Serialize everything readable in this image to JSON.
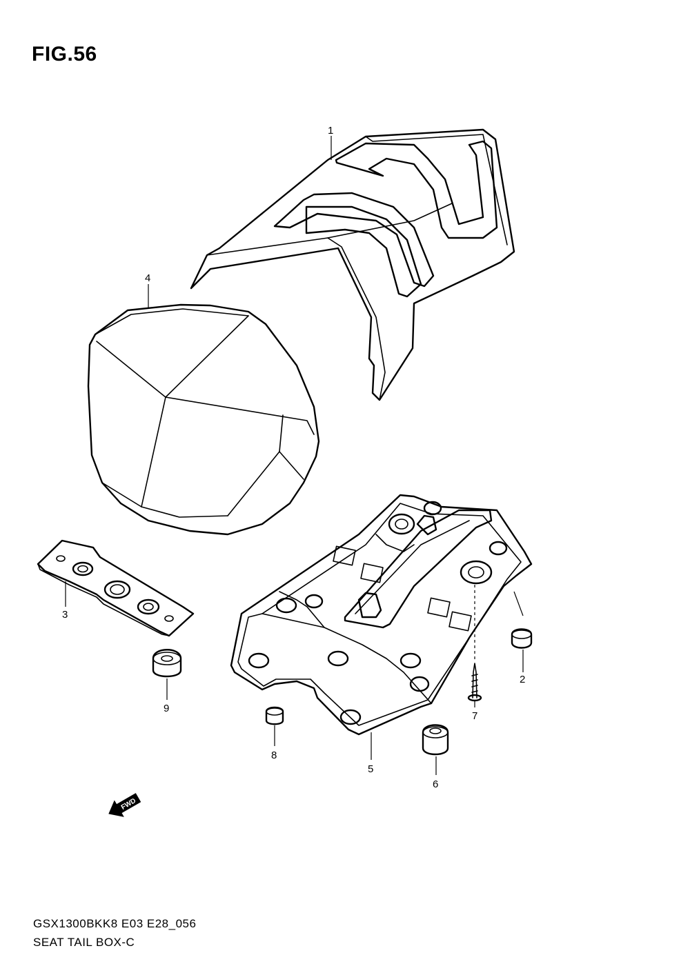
{
  "figure": {
    "title": "FIG.56",
    "code": "GSX1300BKK8 E03 E28_056",
    "name": "SEAT TAIL BOX-C",
    "fwd_label": "FWD"
  },
  "callouts": [
    {
      "id": "1",
      "label": "1"
    },
    {
      "id": "2",
      "label": "2"
    },
    {
      "id": "3",
      "label": "3"
    },
    {
      "id": "4",
      "label": "4"
    },
    {
      "id": "5",
      "label": "5"
    },
    {
      "id": "6",
      "label": "6"
    },
    {
      "id": "7",
      "label": "7"
    },
    {
      "id": "8",
      "label": "8"
    },
    {
      "id": "9",
      "label": "9"
    }
  ]
}
